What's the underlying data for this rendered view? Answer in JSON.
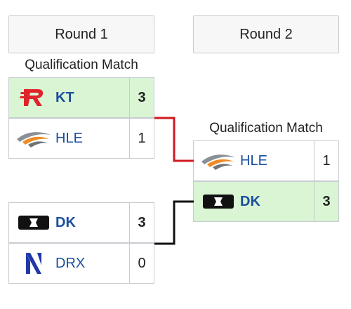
{
  "rounds": [
    {
      "label": "Round 1"
    },
    {
      "label": "Round 2"
    }
  ],
  "matches": [
    {
      "label": "Qualification Match",
      "teams": [
        {
          "name": "KT",
          "score": "3",
          "winner": true,
          "logo": "kt-logo"
        },
        {
          "name": "HLE",
          "score": "1",
          "winner": false,
          "logo": "hle-logo"
        }
      ]
    },
    {
      "label": "",
      "teams": [
        {
          "name": "DK",
          "score": "3",
          "winner": true,
          "logo": "dk-logo"
        },
        {
          "name": "DRX",
          "score": "0",
          "winner": false,
          "logo": "drx-logo"
        }
      ]
    },
    {
      "label": "Qualification Match",
      "teams": [
        {
          "name": "HLE",
          "score": "1",
          "winner": false,
          "logo": "hle-logo"
        },
        {
          "name": "DK",
          "score": "3",
          "winner": true,
          "logo": "dk-logo"
        }
      ]
    }
  ],
  "colors": {
    "winner_bg": "#d9f5d3",
    "connector_red": "#d0191f",
    "connector_black": "#111111",
    "team_name": "#1a4fa0"
  }
}
